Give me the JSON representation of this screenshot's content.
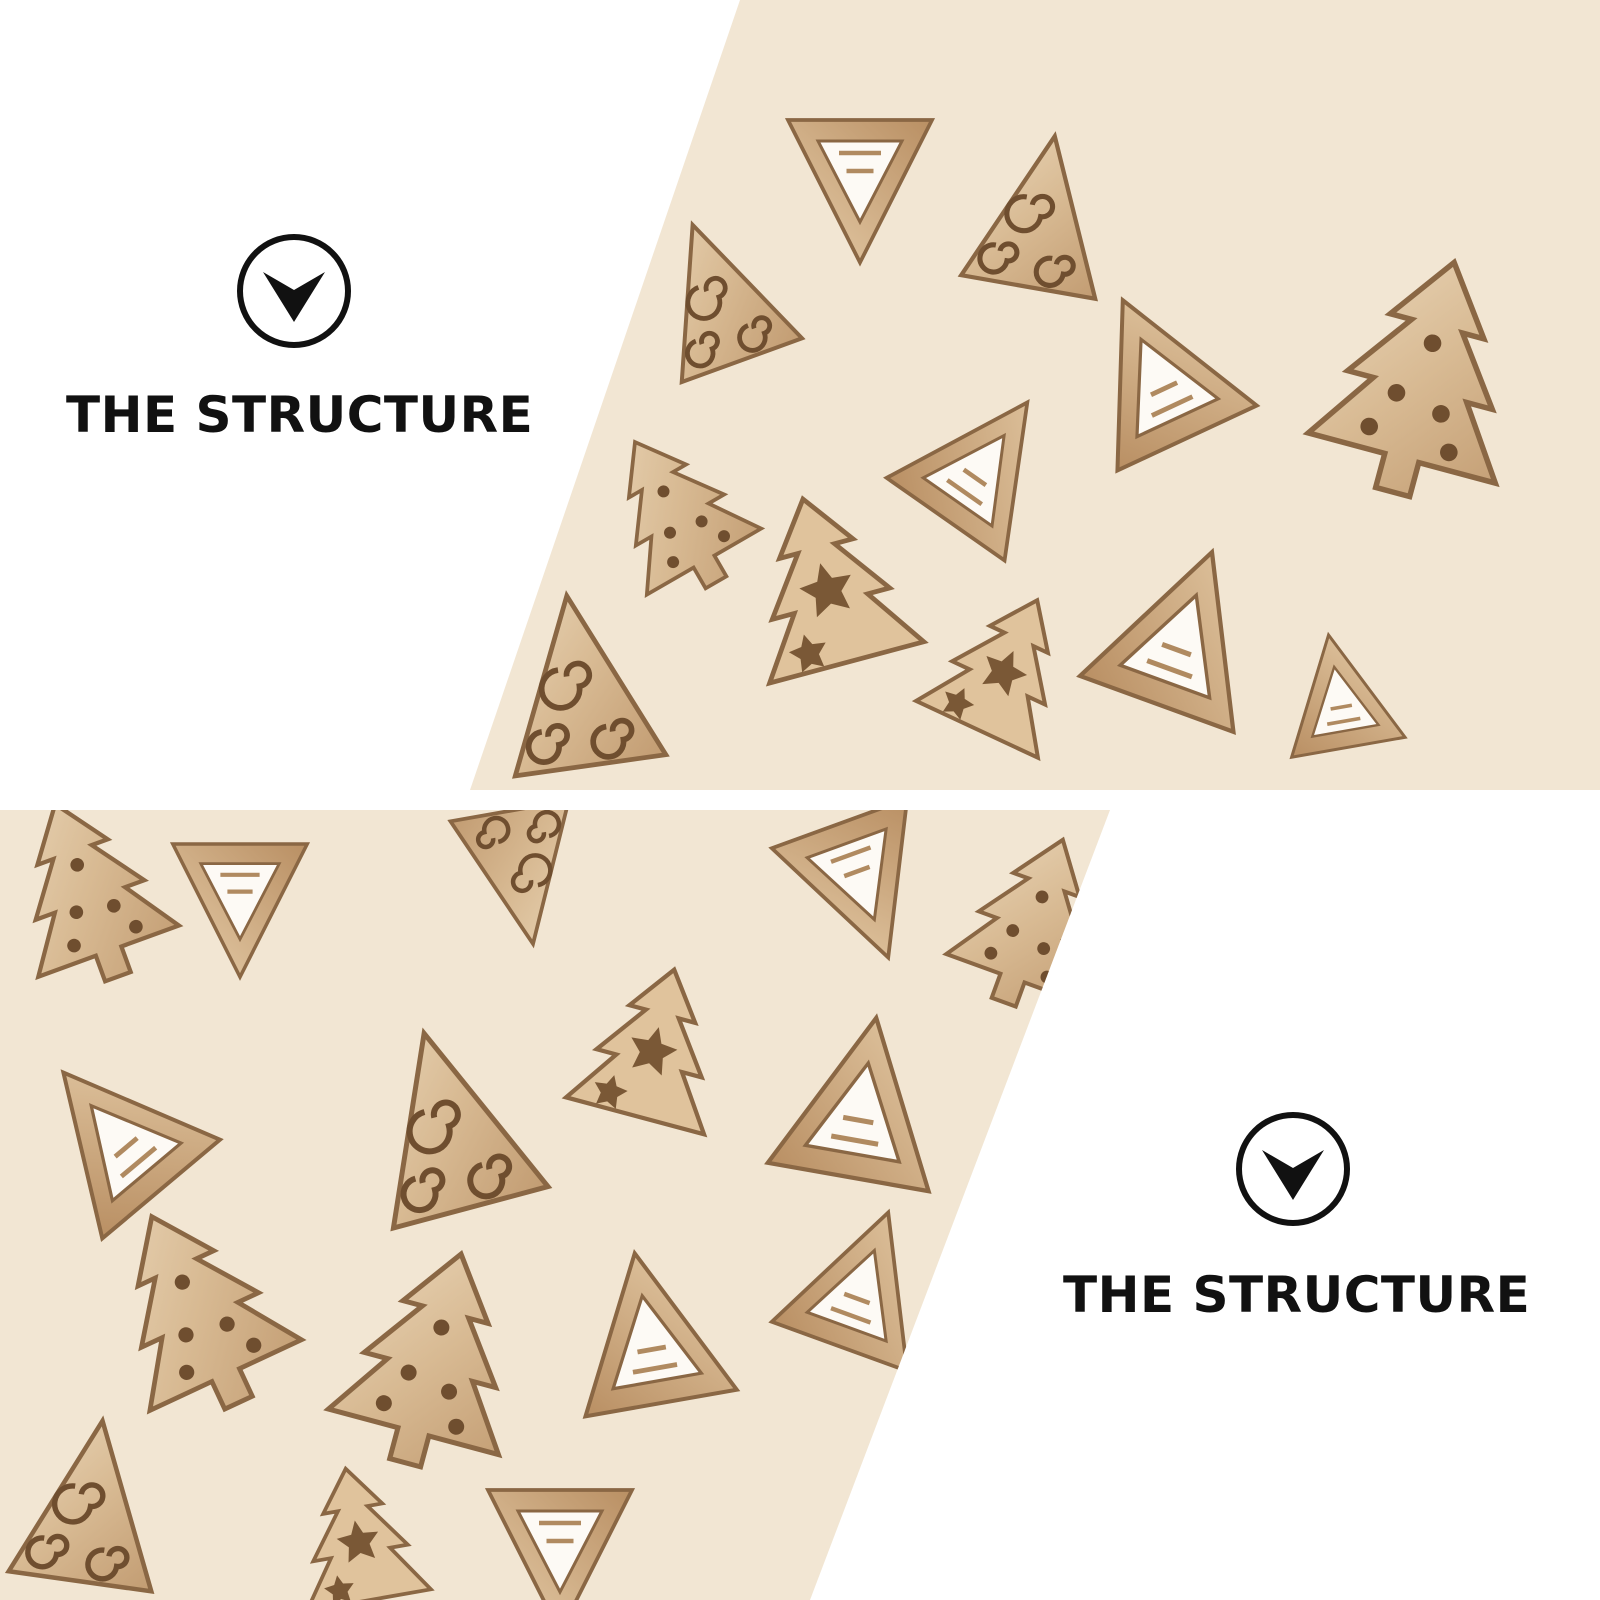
{
  "sections": [
    {
      "heading": "THE STRUCTURE",
      "icon": "chevron-down-circle-icon"
    },
    {
      "heading": "THE STRUCTURE",
      "icon": "chevron-down-circle-icon"
    }
  ],
  "photo_subject": "wooden-christmas-tree-cutouts",
  "colors": {
    "background": "#ffffff",
    "text": "#111111",
    "wood_light": "#e2c9a6",
    "wood_mid": "#cfae86",
    "wood_dark": "#9a7651",
    "burn": "#6f4e2f"
  }
}
